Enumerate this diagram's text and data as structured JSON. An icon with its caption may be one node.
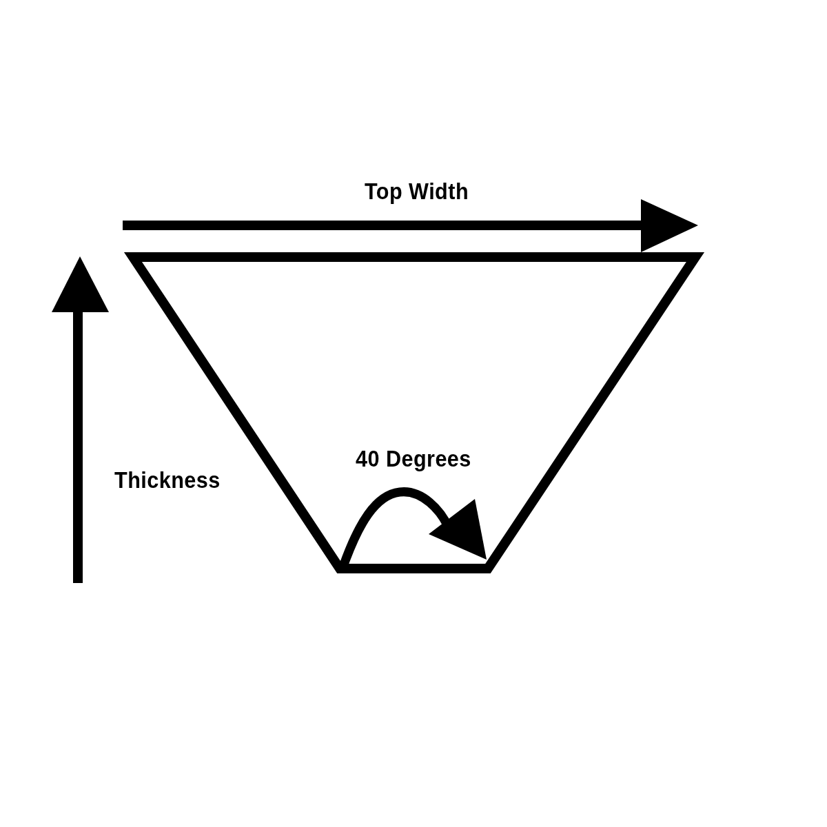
{
  "diagram": {
    "nodes": [
      {
        "text": [],
        "shape": "trapezoid"
      }
    ],
    "labels": [
      "Top Width",
      "40 Degrees",
      "Thickness"
    ]
  }
}
